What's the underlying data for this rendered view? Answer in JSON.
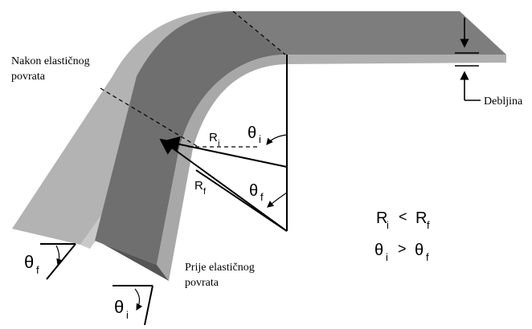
{
  "labels": {
    "after_springback": [
      "Nakon elastičnog",
      "povrata"
    ],
    "before_springback": [
      "Prije elastičnog",
      "povrata"
    ],
    "thickness": "Debljina"
  },
  "symbols": {
    "theta": "θ",
    "radius": "R",
    "sub_i": "i",
    "sub_f": "f",
    "less_than": "<",
    "greater_than": ">"
  },
  "relations": {
    "radius": {
      "left": "R",
      "left_sub": "i",
      "op": "<",
      "right": "R",
      "right_sub": "f"
    },
    "angle": {
      "left": "θ",
      "left_sub": "i",
      "op": ">",
      "right": "θ",
      "right_sub": "f"
    }
  },
  "colors": {
    "sheet_dark": "#7d7d7d",
    "sheet_mid": "#9a9a9a",
    "sheet_light": "#b9b9b9",
    "sheet_side": "#5f5f5f",
    "line": "#000000"
  }
}
